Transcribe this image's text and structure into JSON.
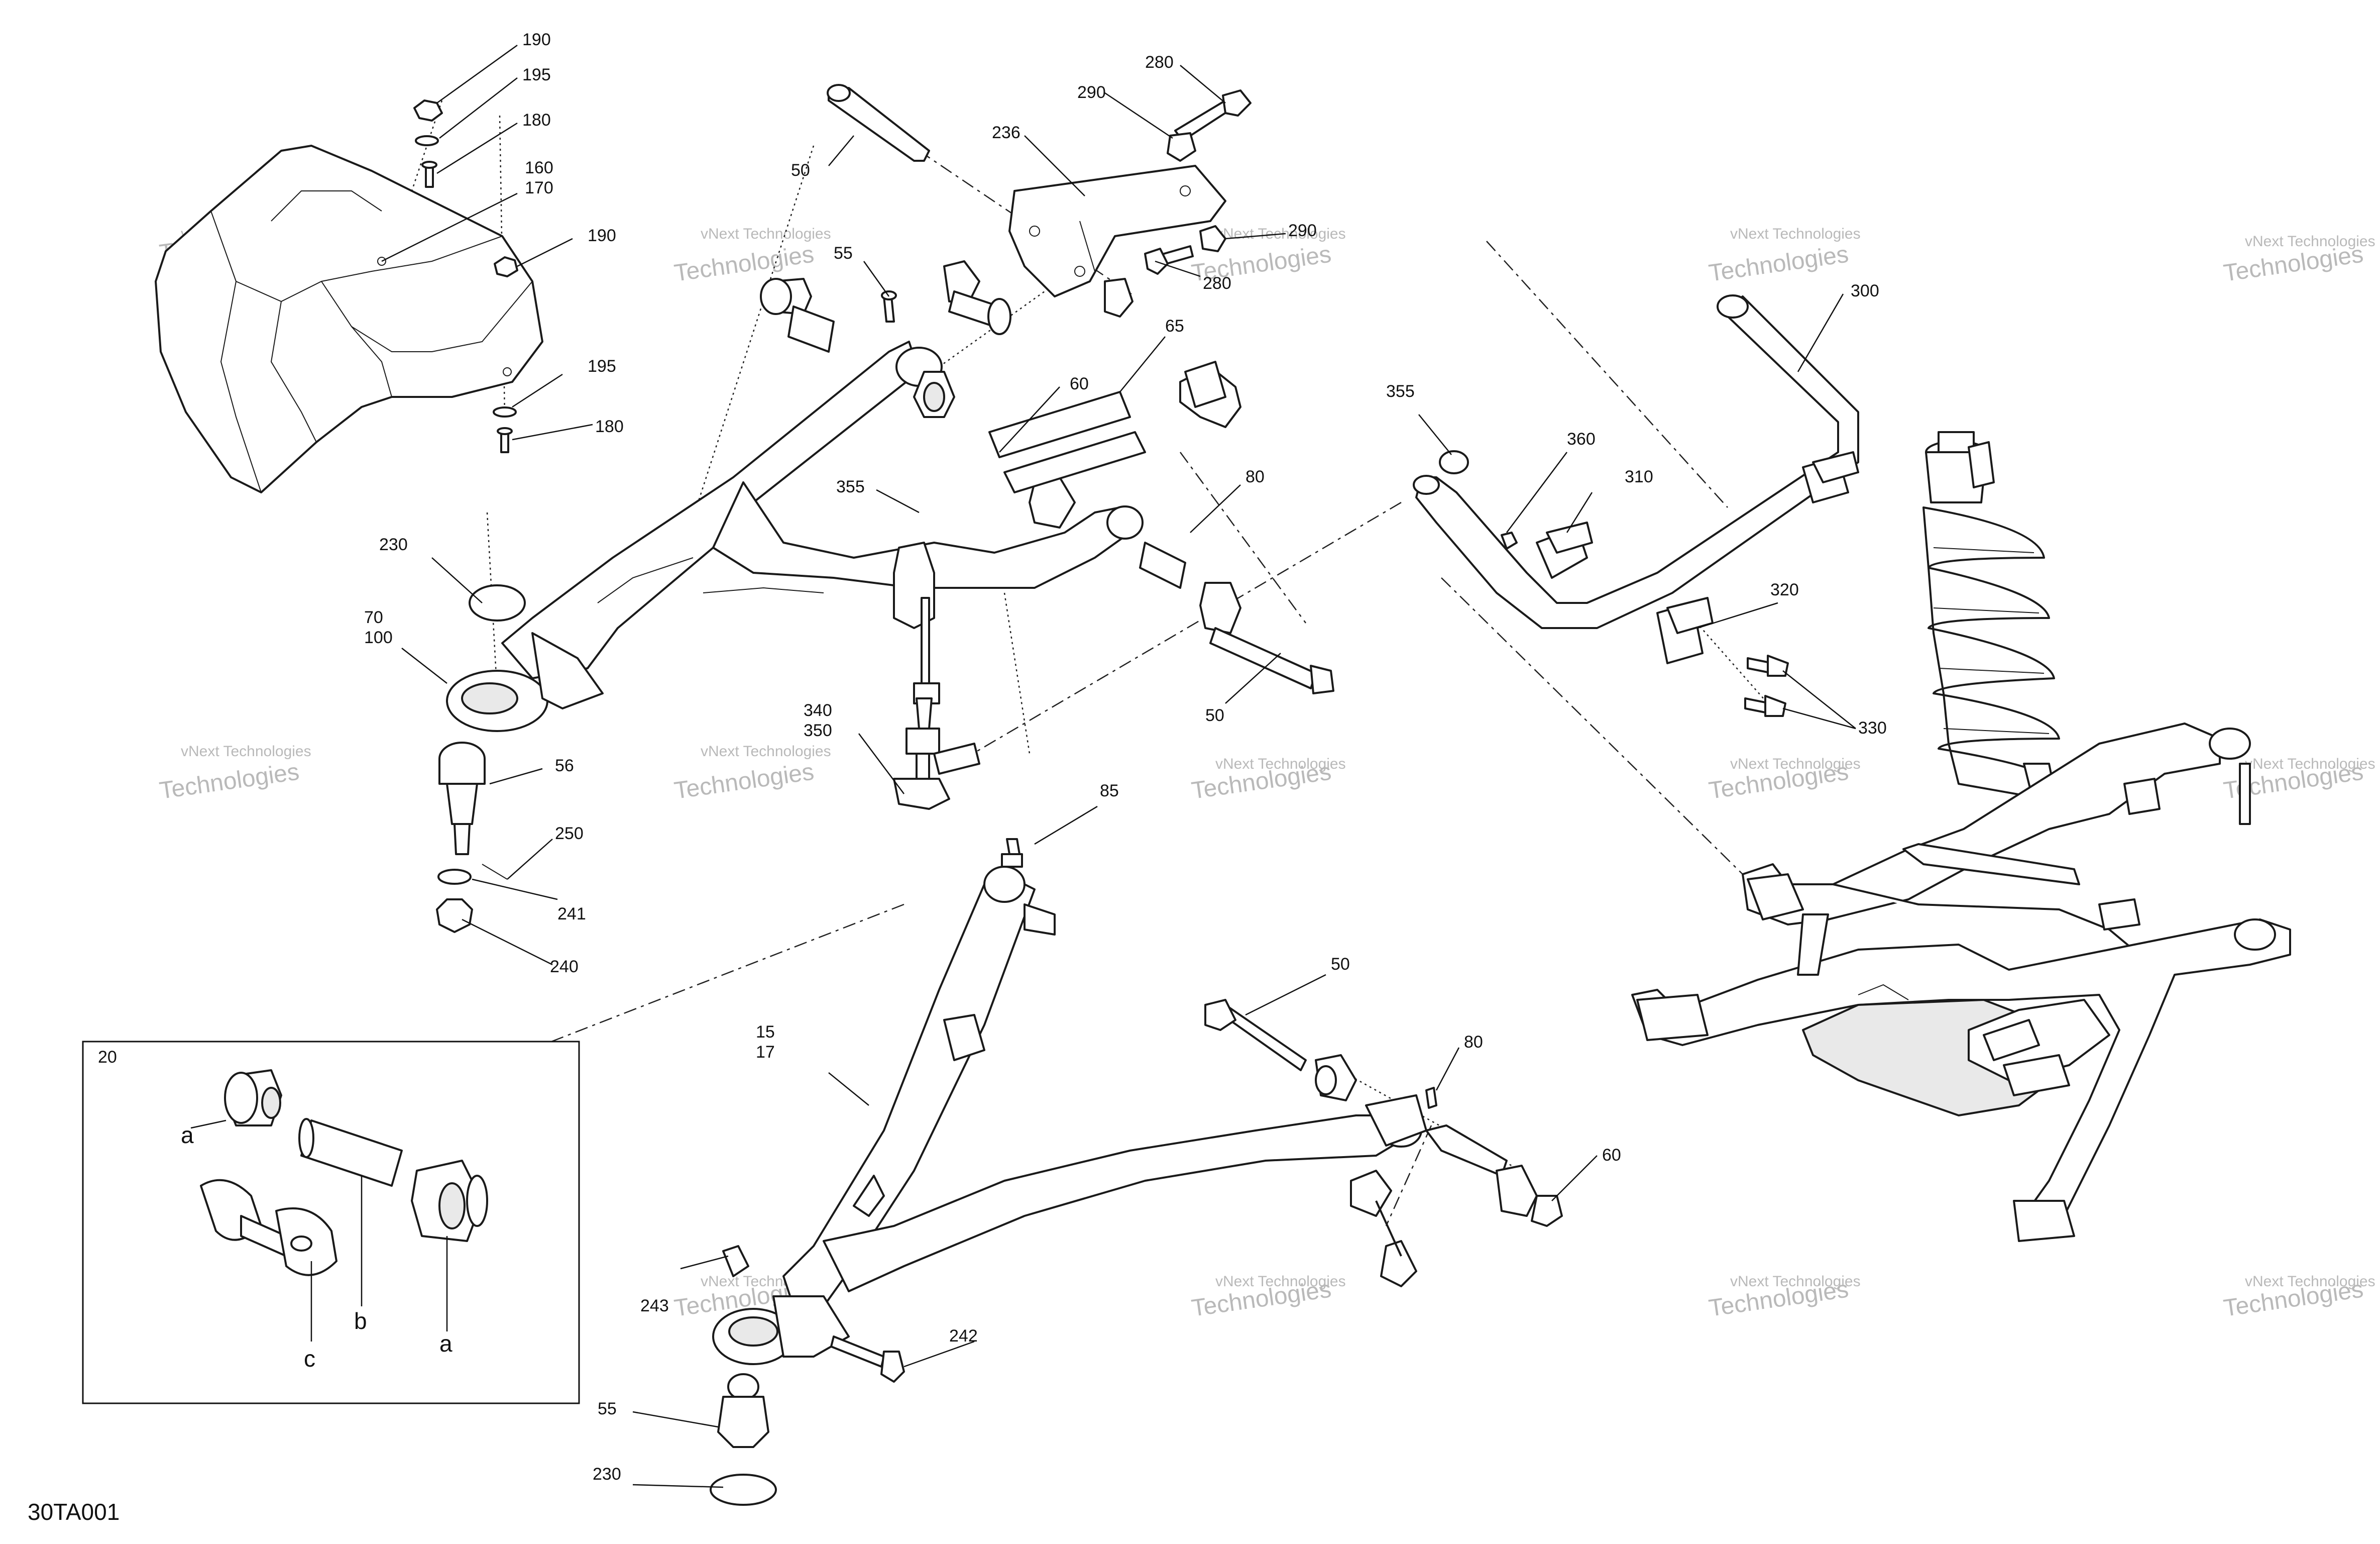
{
  "diagram_code": "30TA001",
  "watermark_text": "vNext Technologies",
  "inset": {
    "number": "20",
    "labels": {
      "a1": "a",
      "a2": "a",
      "b": "b",
      "c": "c"
    }
  },
  "callouts": {
    "c190a": "190",
    "c195a": "195",
    "c180a": "180",
    "c160": "160",
    "c170": "170",
    "c190b": "190",
    "c195b": "195",
    "c180b": "180",
    "c50a": "50",
    "c55": "55",
    "c236": "236",
    "c290a": "290",
    "c280a": "280",
    "c290b": "290",
    "c280b": "280",
    "c65": "65",
    "c60a": "60",
    "c355a": "355",
    "c80a": "80",
    "c230a": "230",
    "c70": "70",
    "c100": "100",
    "c56": "56",
    "c250": "250",
    "c241": "241",
    "c240": "240",
    "c340": "340",
    "c350": "350",
    "c50b": "50",
    "c355b": "355",
    "c360": "360",
    "c310": "310",
    "c300": "300",
    "c320": "320",
    "c330": "330",
    "c85": "85",
    "c15": "15",
    "c17": "17",
    "c50c": "50",
    "c80b": "80",
    "c60b": "60",
    "c243": "243",
    "c242": "242",
    "c55b": "55",
    "c230b": "230"
  },
  "icons": [
    "exploded-parts-drawing",
    "watermark-logo-text"
  ]
}
